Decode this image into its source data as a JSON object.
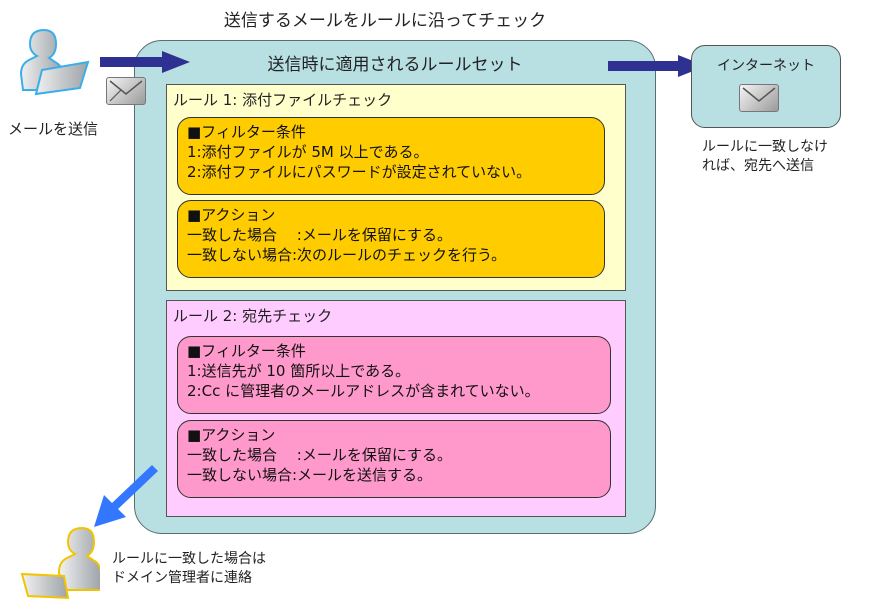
{
  "diagram": {
    "title": "送信するメールをルールに沿ってチェック",
    "sender": {
      "label": "メールを送信",
      "icon": "user-at-laptop-icon"
    },
    "ruleset": {
      "title": "送信時に適用されるルールセット",
      "colors": {
        "background": "#b8dfe1",
        "rule1": "#ffffcc",
        "rule1_box": "#ffcc00",
        "rule2": "#ffccff",
        "rule2_box": "#ff99cc"
      },
      "rules": [
        {
          "title": "ルール 1:  添付ファイルチェック",
          "filter": {
            "heading": "■フィルター条件",
            "lines": [
              "1:添付ファイルが 5M 以上である。",
              "2:添付ファイルにパスワードが設定されていない。"
            ]
          },
          "action": {
            "heading": "■アクション",
            "lines": [
              "一致した場合　 :メールを保留にする。",
              "一致しない場合:次のルールのチェックを行う。"
            ]
          }
        },
        {
          "title": "ルール 2:  宛先チェック",
          "filter": {
            "heading": "■フィルター条件",
            "lines": [
              "1:送信先が 10 箇所以上である。",
              "2:Cc に管理者のメールアドレスが含まれていない。"
            ]
          },
          "action": {
            "heading": "■アクション",
            "lines": [
              "一致した場合　 :メールを保留にする。",
              "一致しない場合:メールを送信する。"
            ]
          }
        }
      ]
    },
    "internet": {
      "title": "インターネット",
      "note": [
        "ルールに一致しなけ",
        "れば、宛先へ送信"
      ]
    },
    "admin": {
      "note": [
        "ルールに一致した場合は",
        "ドメイン管理者に連絡"
      ],
      "icon": "admin-at-laptop-icon"
    },
    "arrows": {
      "main_color": "#2e3192",
      "admin_color": "#3377ff"
    }
  }
}
